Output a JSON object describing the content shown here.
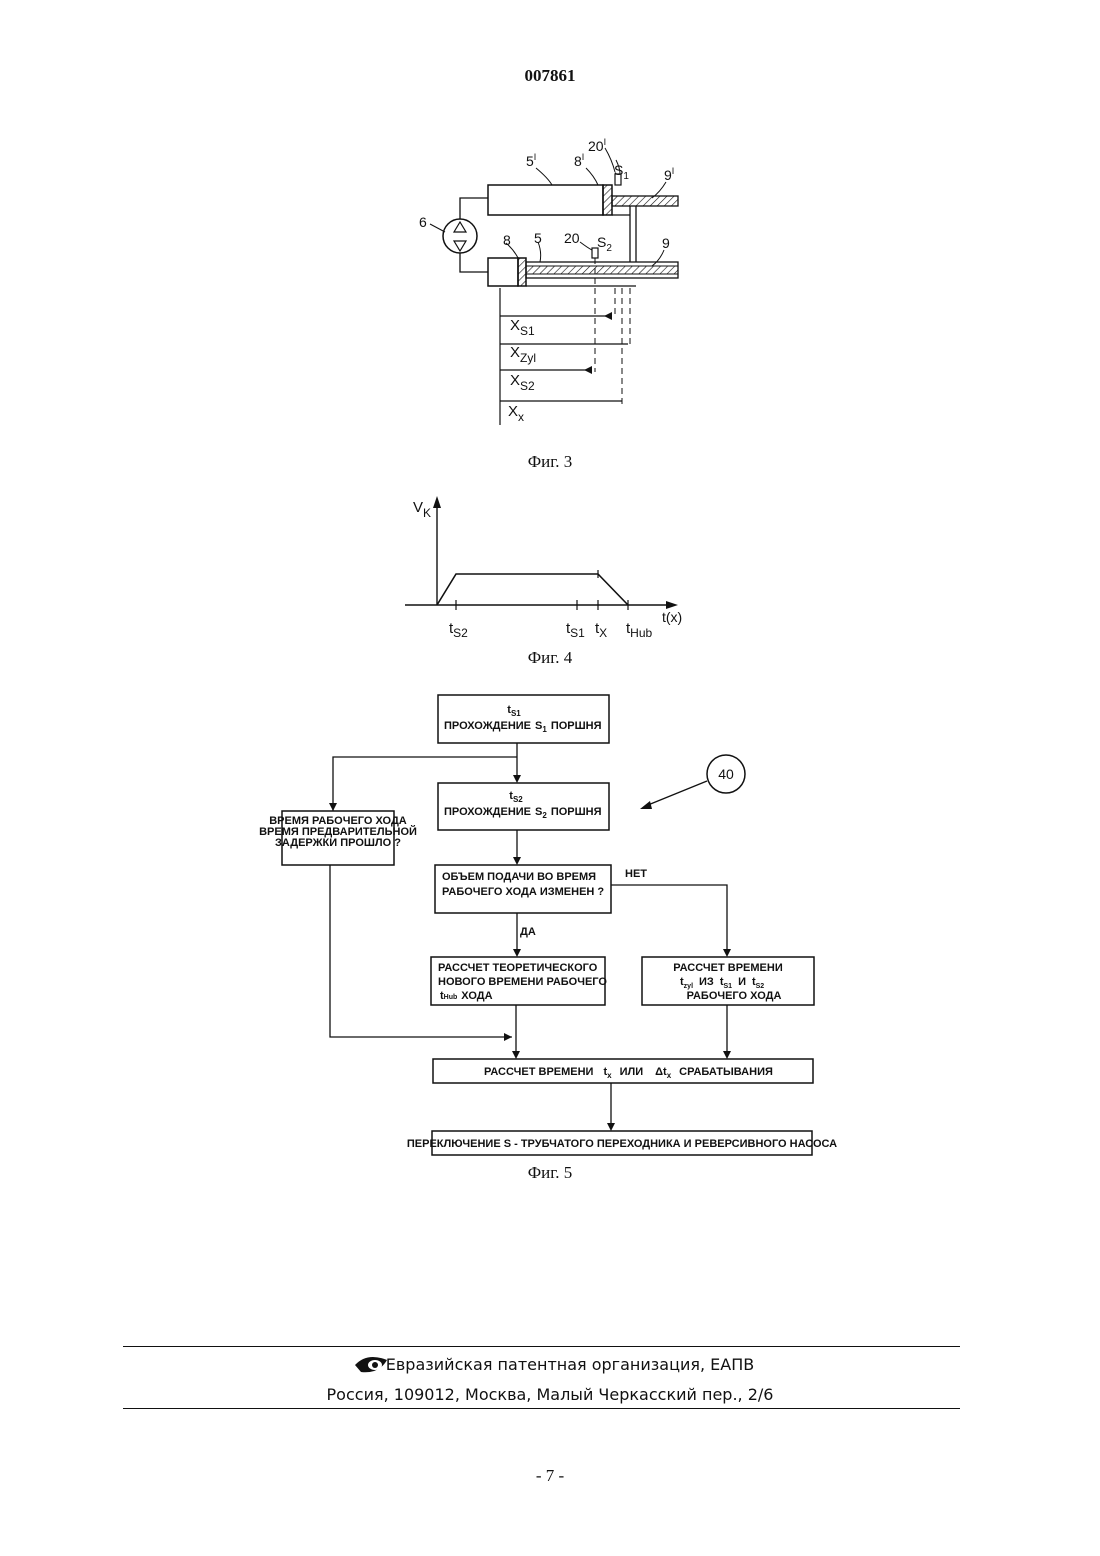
{
  "doc_number": "007861",
  "fig3": {
    "caption": "Фиг. 3",
    "labels": {
      "l5p": "5",
      "l5p_prime": "I",
      "l8p": "8",
      "l8p_prime": "I",
      "l20p": "20",
      "l20p_prime": "I",
      "ls1": "S",
      "ls1_sub": "1",
      "l9p": "9",
      "l9p_prime": "I",
      "l6": "6",
      "l8": "8",
      "l5": "5",
      "l20": "20",
      "ls2": "S",
      "ls2_sub": "2",
      "l9": "9",
      "xs1": "X",
      "xs1_sub": "S1",
      "xzyl": "X",
      "xzyl_sub": "Zyl",
      "xs2": "X",
      "xs2_sub": "S2",
      "xx": "X",
      "xx_sub": "x"
    }
  },
  "fig4": {
    "caption": "Фиг. 4",
    "y_axis_label": "V",
    "y_axis_sub": "K",
    "x_axis_label": "t(x)",
    "ticks": [
      {
        "main": "t",
        "sub": "S2"
      },
      {
        "main": "t",
        "sub": "S1"
      },
      {
        "main": "t",
        "sub": "X"
      },
      {
        "main": "t",
        "sub": "Hub"
      }
    ]
  },
  "fig5": {
    "caption": "Фиг. 5",
    "ref_number": "40",
    "box1": {
      "t": "t",
      "t_sub": "S1",
      "line": "ПРОХОЖДЕНИЕ",
      "s": "S",
      "s_sub": "1",
      "end": "ПОРШНЯ"
    },
    "box2": {
      "t": "t",
      "t_sub": "S2",
      "line": "ПРОХОЖДЕНИЕ",
      "s": "S",
      "s_sub": "2",
      "end": "ПОРШНЯ"
    },
    "box_left": [
      "ВРЕМЯ РАБОЧЕГО  ХОДА",
      "ВРЕМЯ ПРЕДВАРИТЕЛЬНОЙ",
      "ЗАДЕРЖКИ ПРОШЛО ?"
    ],
    "box_decision": [
      "ОБЪЕМ ПОДАЧИ ВО ВРЕМЯ",
      "РАБОЧЕГО ХОДА ИЗМЕНЕН ?"
    ],
    "label_no": "НЕТ",
    "label_yes": "ДА",
    "box_calc_theory": [
      "РАССЧЕТ ТЕОРЕТИЧЕСКОГО",
      "НОВОГО ВРЕМЕНИ РАБОЧЕГО"
    ],
    "box_calc_theory_t": "t",
    "box_calc_theory_t_sub": "Hub",
    "box_calc_theory_end": "ХОДА",
    "box_calc_time": {
      "line1": "РАССЧЕТ ВРЕМЕНИ",
      "t1": "t",
      "t1_sub": "zyl",
      "from": "ИЗ",
      "t2": "t",
      "t2_sub": "S1",
      "and": "И",
      "t3": "t",
      "t3_sub": "S2",
      "line3": "РАБОЧЕГО ХОДА"
    },
    "box_trigger": {
      "start": "РАССЧЕТ ВРЕМЕНИ",
      "t": "t",
      "t_sub": "x",
      "or": "ИЛИ",
      "dt": "Δt",
      "dt_sub": "x",
      "end": "СРАБАТЫВАНИЯ"
    },
    "box_switch": "ПЕРЕКЛЮЧЕНИЕ  S - ТРУБЧАТОГО ПЕРЕХОДНИКА И РЕВЕРСИВНОГО НАСОСА"
  },
  "footer": {
    "org": "Евразийская патентная организация, ЕАПВ",
    "address": "Россия, 109012, Москва, Малый Черкасский пер., 2/6"
  },
  "page_number": "- 7 -"
}
